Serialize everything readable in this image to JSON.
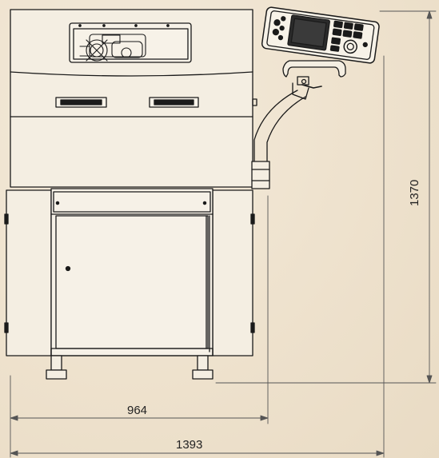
{
  "dimensions": {
    "base_width": "964",
    "overall_width": "1393",
    "overall_height": "1370"
  }
}
